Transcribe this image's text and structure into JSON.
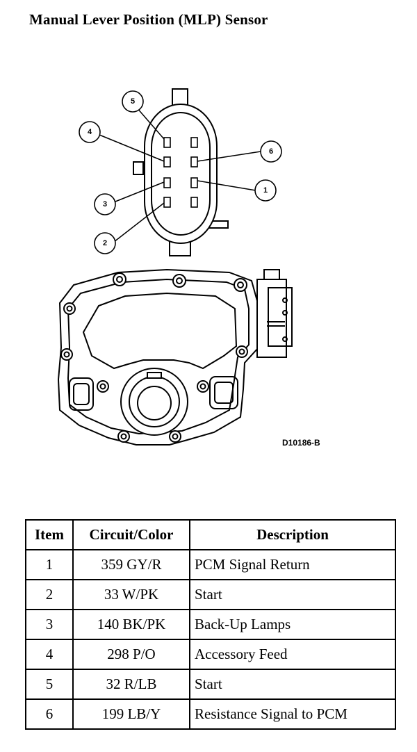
{
  "title": "Manual Lever Position (MLP) Sensor",
  "diagram": {
    "drawing_id": "D10186-B",
    "callouts": [
      "5",
      "4",
      "6",
      "3",
      "1",
      "2"
    ]
  },
  "table": {
    "headers": [
      "Item",
      "Circuit/Color",
      "Description"
    ],
    "rows": [
      {
        "item": "1",
        "circuit": "359 GY/R",
        "description": "PCM Signal Return"
      },
      {
        "item": "2",
        "circuit": "33 W/PK",
        "description": "Start"
      },
      {
        "item": "3",
        "circuit": "140 BK/PK",
        "description": "Back-Up Lamps"
      },
      {
        "item": "4",
        "circuit": "298 P/O",
        "description": "Accessory Feed"
      },
      {
        "item": "5",
        "circuit": "32 R/LB",
        "description": "Start"
      },
      {
        "item": "6",
        "circuit": "199 LB/Y",
        "description": "Resistance Signal to PCM"
      }
    ]
  }
}
